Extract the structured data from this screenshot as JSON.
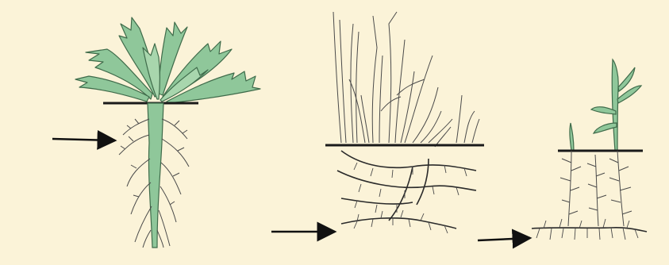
{
  "diagram": {
    "description_text": "",
    "colors": {
      "background": "#fbf3d8",
      "leaf_fill": "#8fc79a",
      "leaf_stroke": "#3f6b4a",
      "root_stroke": "#4a4a4a",
      "ground_line": "#1a1a1a",
      "arrow": "#111111"
    },
    "panels": [
      {
        "id": "taproot-plant",
        "root_type": "taproot"
      },
      {
        "id": "rhizome-grass",
        "root_type": "rhizome"
      },
      {
        "id": "creeping-root-plant",
        "root_type": "creeping-root"
      }
    ]
  }
}
